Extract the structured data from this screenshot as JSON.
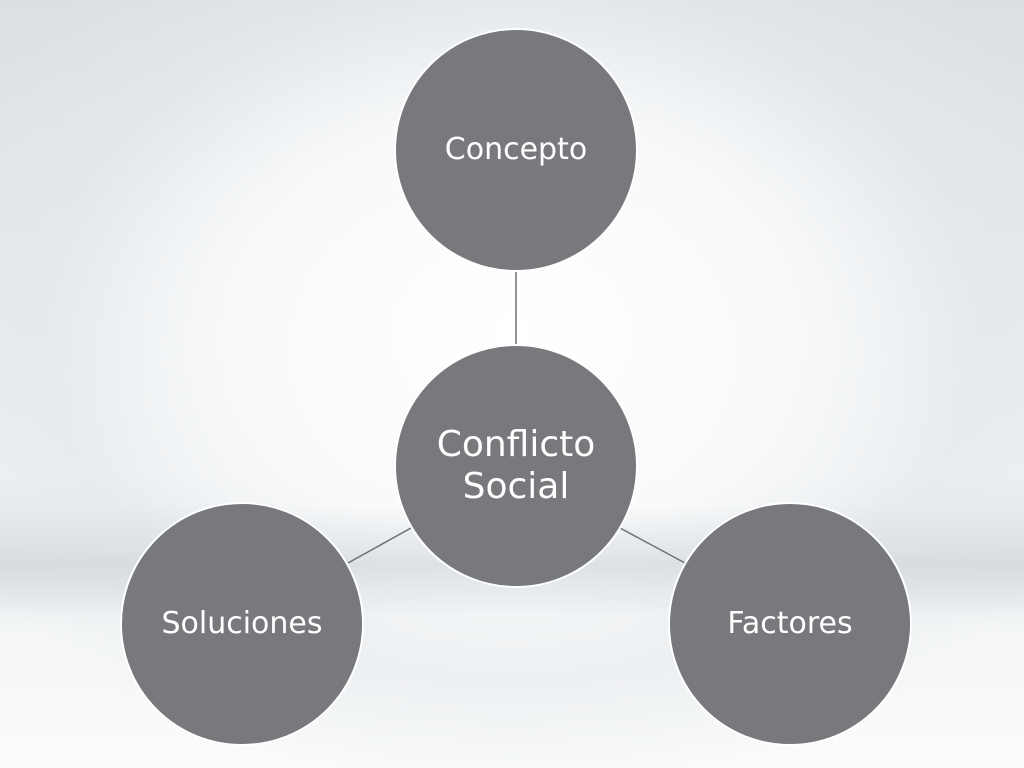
{
  "diagram": {
    "center": {
      "label_line1": "Conflicto",
      "label_line2": "Social"
    },
    "nodes": {
      "top": {
        "label": "Concepto"
      },
      "right": {
        "label": "Factores"
      },
      "left": {
        "label": "Soluciones"
      }
    },
    "colors": {
      "node_fill": "#78797d",
      "node_stroke": "#ffffff",
      "connector": "#6f7074",
      "text": "#ffffff"
    }
  }
}
